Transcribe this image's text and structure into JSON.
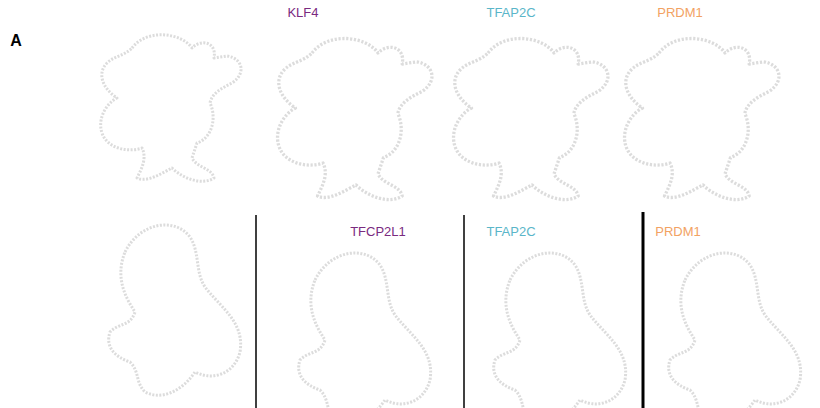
{
  "diagram": {
    "labels": [
      "A",
      "KLF4",
      "TFAP2C",
      "PRDM1",
      "TFCP2L1",
      "TFAP2C",
      "PRDM1"
    ]
  }
}
